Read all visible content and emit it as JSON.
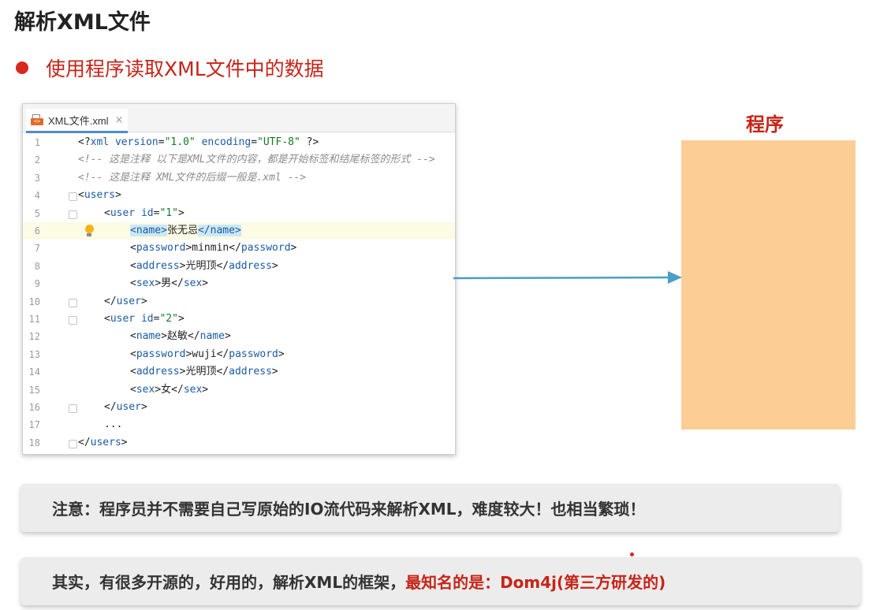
{
  "title": "解析XML文件",
  "bullet": "使用程序读取XML文件中的数据",
  "editor": {
    "tab_label": "XML文件.xml",
    "tab_close": "×",
    "file_icon_text": "<>",
    "lines": [
      {
        "n": "1",
        "indent": 0,
        "tokens": [
          [
            "punct",
            "<?"
          ],
          [
            "tag",
            "xml "
          ],
          [
            "attr",
            "version"
          ],
          [
            "punct",
            "="
          ],
          [
            "val",
            "\"1.0\""
          ],
          [
            "punct",
            " "
          ],
          [
            "attr",
            "encoding"
          ],
          [
            "punct",
            "="
          ],
          [
            "val",
            "\"UTF-8\""
          ],
          [
            "punct",
            " ?>"
          ]
        ]
      },
      {
        "n": "2",
        "indent": 0,
        "tokens": [
          [
            "comment",
            "<!-- 这是注释 以下是XML文件的内容，都是开始标签和结尾标签的形式 -->"
          ]
        ]
      },
      {
        "n": "3",
        "indent": 0,
        "tokens": [
          [
            "comment",
            "<!-- 这是注释 XML文件的后缀一般是.xml -->"
          ]
        ]
      },
      {
        "n": "4",
        "indent": 0,
        "fold": true,
        "tokens": [
          [
            "punct",
            "<"
          ],
          [
            "tag",
            "users"
          ],
          [
            "punct",
            ">"
          ]
        ]
      },
      {
        "n": "5",
        "indent": 1,
        "fold": true,
        "tokens": [
          [
            "punct",
            "<"
          ],
          [
            "tag",
            "user "
          ],
          [
            "attr",
            "id"
          ],
          [
            "punct",
            "="
          ],
          [
            "val",
            "\"1\""
          ],
          [
            "punct",
            ">"
          ]
        ]
      },
      {
        "n": "6",
        "indent": 2,
        "current": true,
        "bulb": true,
        "tokens": [
          [
            "hl",
            "<name>"
          ],
          [
            "text",
            "张无忌"
          ],
          [
            "hl",
            "</name>"
          ]
        ]
      },
      {
        "n": "7",
        "indent": 2,
        "tokens": [
          [
            "punct",
            "<"
          ],
          [
            "tag",
            "password"
          ],
          [
            "punct",
            ">"
          ],
          [
            "text",
            "minmin"
          ],
          [
            "punct",
            "</"
          ],
          [
            "tag",
            "password"
          ],
          [
            "punct",
            ">"
          ]
        ]
      },
      {
        "n": "8",
        "indent": 2,
        "tokens": [
          [
            "punct",
            "<"
          ],
          [
            "tag",
            "address"
          ],
          [
            "punct",
            ">"
          ],
          [
            "text",
            "光明顶"
          ],
          [
            "punct",
            "</"
          ],
          [
            "tag",
            "address"
          ],
          [
            "punct",
            ">"
          ]
        ]
      },
      {
        "n": "9",
        "indent": 2,
        "tokens": [
          [
            "punct",
            "<"
          ],
          [
            "tag",
            "sex"
          ],
          [
            "punct",
            ">"
          ],
          [
            "text",
            "男"
          ],
          [
            "punct",
            "</"
          ],
          [
            "tag",
            "sex"
          ],
          [
            "punct",
            ">"
          ]
        ]
      },
      {
        "n": "10",
        "indent": 1,
        "fold": true,
        "tokens": [
          [
            "punct",
            "</"
          ],
          [
            "tag",
            "user"
          ],
          [
            "punct",
            ">"
          ]
        ]
      },
      {
        "n": "11",
        "indent": 1,
        "fold": true,
        "tokens": [
          [
            "punct",
            "<"
          ],
          [
            "tag",
            "user "
          ],
          [
            "attr",
            "id"
          ],
          [
            "punct",
            "="
          ],
          [
            "val",
            "\"2\""
          ],
          [
            "punct",
            ">"
          ]
        ]
      },
      {
        "n": "12",
        "indent": 2,
        "tokens": [
          [
            "punct",
            "<"
          ],
          [
            "tag",
            "name"
          ],
          [
            "punct",
            ">"
          ],
          [
            "text",
            "赵敏"
          ],
          [
            "punct",
            "</"
          ],
          [
            "tag",
            "name"
          ],
          [
            "punct",
            ">"
          ]
        ]
      },
      {
        "n": "13",
        "indent": 2,
        "tokens": [
          [
            "punct",
            "<"
          ],
          [
            "tag",
            "password"
          ],
          [
            "punct",
            ">"
          ],
          [
            "text",
            "wuji"
          ],
          [
            "punct",
            "</"
          ],
          [
            "tag",
            "password"
          ],
          [
            "punct",
            ">"
          ]
        ]
      },
      {
        "n": "14",
        "indent": 2,
        "tokens": [
          [
            "punct",
            "<"
          ],
          [
            "tag",
            "address"
          ],
          [
            "punct",
            ">"
          ],
          [
            "text",
            "光明顶"
          ],
          [
            "punct",
            "</"
          ],
          [
            "tag",
            "address"
          ],
          [
            "punct",
            ">"
          ]
        ]
      },
      {
        "n": "15",
        "indent": 2,
        "tokens": [
          [
            "punct",
            "<"
          ],
          [
            "tag",
            "sex"
          ],
          [
            "punct",
            ">"
          ],
          [
            "text",
            "女"
          ],
          [
            "punct",
            "</"
          ],
          [
            "tag",
            "sex"
          ],
          [
            "punct",
            ">"
          ]
        ]
      },
      {
        "n": "16",
        "indent": 1,
        "fold": true,
        "tokens": [
          [
            "punct",
            "</"
          ],
          [
            "tag",
            "user"
          ],
          [
            "punct",
            ">"
          ]
        ]
      },
      {
        "n": "17",
        "indent": 1,
        "tokens": [
          [
            "text",
            "..."
          ]
        ]
      },
      {
        "n": "18",
        "indent": 0,
        "fold": true,
        "tokens": [
          [
            "punct",
            "</"
          ],
          [
            "tag",
            "users"
          ],
          [
            "punct",
            ">"
          ]
        ]
      }
    ]
  },
  "program": {
    "title": "程序",
    "box_color": "#fdcd96"
  },
  "arrow_color": "#4a9ec8",
  "notes": {
    "note1": "注意：程序员并不需要自己写原始的IO流代码来解析XML，难度较大！也相当繁琐！",
    "note2_part1": "其实，有很多开源的，好用的，解析XML的框架，",
    "note2_part2": "最知名的是：Dom4j(第三方研发的)"
  },
  "colors": {
    "accent_red": "#c62418",
    "tag_blue": "#1a5aa6",
    "value_green": "#137a25"
  }
}
